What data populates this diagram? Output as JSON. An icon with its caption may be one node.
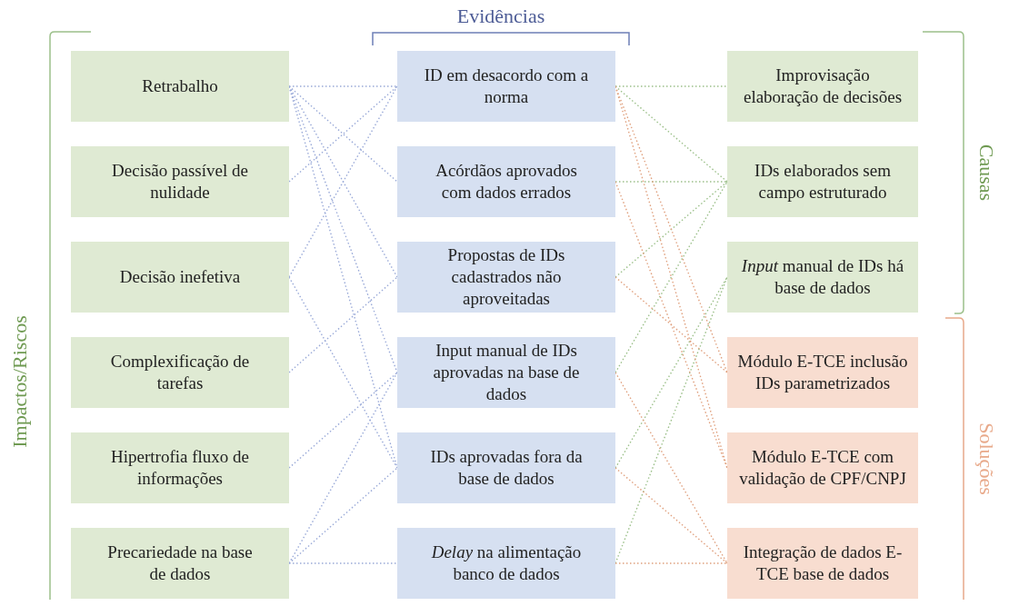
{
  "diagram": {
    "nodes": [
      {
        "text": [
          "Retrabalho"
        ]
      },
      {
        "text": [
          "Decisão passível de nulidade"
        ]
      },
      {
        "text": [
          "Decisão inefetiva"
        ]
      },
      {
        "text": [
          "Complexificação de tarefas"
        ]
      },
      {
        "text": [
          "Hipertrofia fluxo de informações"
        ]
      },
      {
        "text": [
          "Precariedade na base de dados"
        ]
      },
      {
        "text": [
          "ID em desacordo com a norma"
        ]
      },
      {
        "text": [
          "Acórdãos aprovados com dados errados"
        ]
      },
      {
        "text": [
          "Propostas de IDs cadastrados não aproveitadas"
        ]
      },
      {
        "text": [
          "Input manual de IDs aprovadas na base de dados"
        ]
      },
      {
        "text": [
          "IDs aprovadas fora da base de dados"
        ]
      },
      {
        "text": [
          "*Delay* na alimentação banco de dados"
        ]
      },
      {
        "text": [
          "Improvisação elaboração de decisões"
        ]
      },
      {
        "text": [
          "IDs elaborados sem campo estruturado"
        ]
      },
      {
        "text": [
          "*Input* manual de IDs há base de dados"
        ]
      },
      {
        "text": [
          "Módulo E-TCE inclusão IDs parametrizados"
        ]
      },
      {
        "text": [
          "Módulo E-TCE com validação de CPF/CNPJ"
        ]
      },
      {
        "text": [
          "Integração de dados E-TCE base de dados"
        ]
      }
    ],
    "edges": [
      {
        "from": 0,
        "to": 6,
        "arrow": "none"
      },
      {
        "from": 0,
        "to": 7,
        "arrow": "none"
      },
      {
        "from": 0,
        "to": 8,
        "arrow": "none"
      },
      {
        "from": 0,
        "to": 9,
        "arrow": "none"
      },
      {
        "from": 0,
        "to": 10,
        "arrow": "none"
      },
      {
        "from": 1,
        "to": 6,
        "arrow": "none"
      },
      {
        "from": 2,
        "to": 6,
        "arrow": "none"
      },
      {
        "from": 2,
        "to": 10,
        "arrow": "none"
      },
      {
        "from": 3,
        "to": 8,
        "arrow": "none"
      },
      {
        "from": 4,
        "to": 9,
        "arrow": "none"
      },
      {
        "from": 5,
        "to": 9,
        "arrow": "none"
      },
      {
        "from": 5,
        "to": 10,
        "arrow": "none"
      },
      {
        "from": 5,
        "to": 11,
        "arrow": "none"
      },
      {
        "from": 6,
        "to": 12,
        "arrow": "none",
        "color": "#9cc08a"
      },
      {
        "from": 6,
        "to": 13,
        "arrow": "none",
        "color": "#9cc08a"
      },
      {
        "from": 7,
        "to": 13,
        "arrow": "none",
        "color": "#9cc08a"
      },
      {
        "from": 8,
        "to": 13,
        "arrow": "none",
        "color": "#9cc08a"
      },
      {
        "from": 9,
        "to": 13,
        "arrow": "none",
        "color": "#9cc08a"
      },
      {
        "from": 10,
        "to": 14,
        "arrow": "none",
        "color": "#9cc08a"
      },
      {
        "from": 11,
        "to": 14,
        "arrow": "none",
        "color": "#9cc08a"
      },
      {
        "from": 6,
        "to": 15,
        "arrow": "none",
        "color": "#e0a17f"
      },
      {
        "from": 6,
        "to": 16,
        "arrow": "none",
        "color": "#e0a17f"
      },
      {
        "from": 7,
        "to": 16,
        "arrow": "none",
        "color": "#e0a17f"
      },
      {
        "from": 8,
        "to": 15,
        "arrow": "none",
        "color": "#e0a17f"
      },
      {
        "from": 9,
        "to": 17,
        "arrow": "none",
        "color": "#e0a17f"
      },
      {
        "from": 10,
        "to": 17,
        "arrow": "none",
        "color": "#e0a17f"
      },
      {
        "from": 11,
        "to": 17,
        "arrow": "none",
        "color": "#e0a17f"
      }
    ],
    "labels": [
      "Evidências",
      "Impactos/Riscos",
      "Causas",
      "Soluções"
    ]
  }
}
